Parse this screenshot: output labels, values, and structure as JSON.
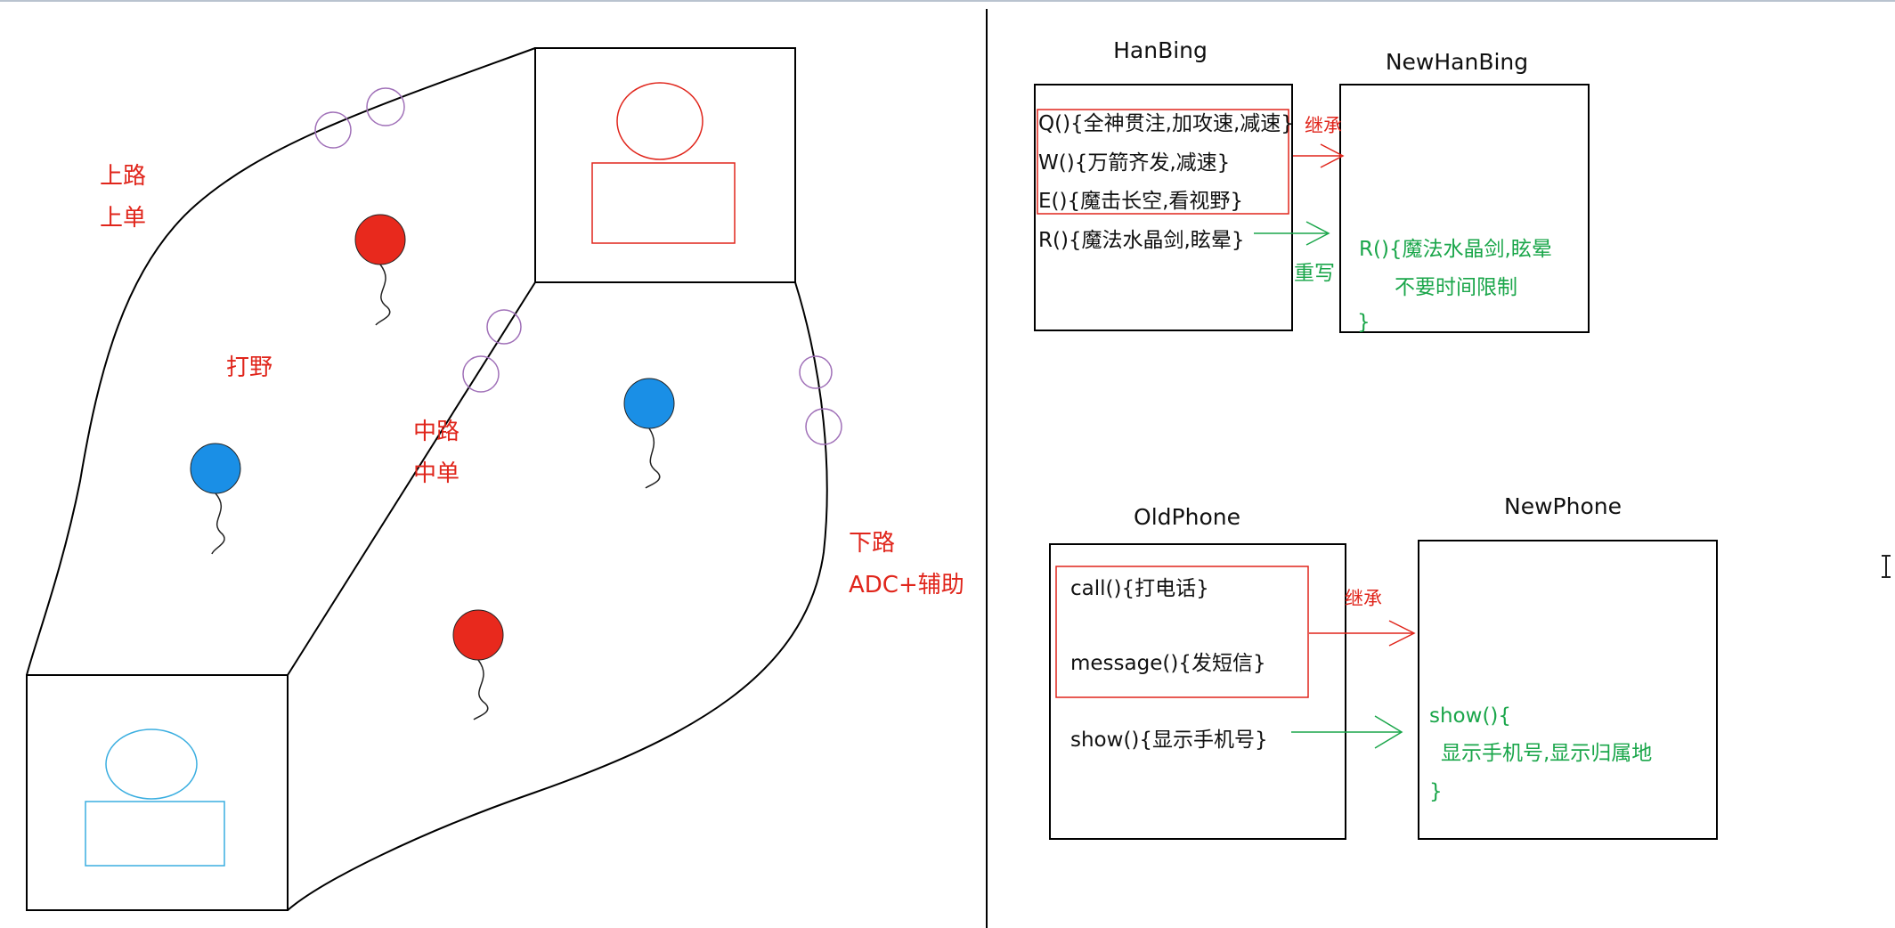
{
  "map": {
    "top_lane": "上路",
    "top_role": "上单",
    "jungle": "打野",
    "mid_lane": "中路",
    "mid_role": "中单",
    "bottom_lane": "下路",
    "bottom_role": "ADC+辅助"
  },
  "hanbing": {
    "title": "HanBing",
    "q": "Q(){全神贯注,加攻速,减速}",
    "w": "W(){万箭齐发,减速}",
    "e": "E(){魔击长空,看视野}",
    "r": "R(){魔法水晶剑,眩晕}"
  },
  "newhanbing": {
    "title": "NewHanBing",
    "r_line1": "R(){魔法水晶剑,眩晕",
    "r_line2": "不要时间限制",
    "r_close": "}"
  },
  "arrows1": {
    "inherit": "继承",
    "override": "重写"
  },
  "oldphone": {
    "title": "OldPhone",
    "call": "call(){打电话}",
    "message": "message(){发短信}",
    "show": "show(){显示手机号}"
  },
  "newphone": {
    "title": "NewPhone",
    "show_line1": "show(){",
    "show_line2": "显示手机号,显示归属地",
    "show_close": "}"
  },
  "arrows2": {
    "inherit": "继承"
  },
  "colors": {
    "red": "#e0251b",
    "green": "#1aa64a",
    "blue": "#1a8fe6",
    "cyan": "#3aaee0"
  },
  "cursor_icon": "text-cursor-icon"
}
